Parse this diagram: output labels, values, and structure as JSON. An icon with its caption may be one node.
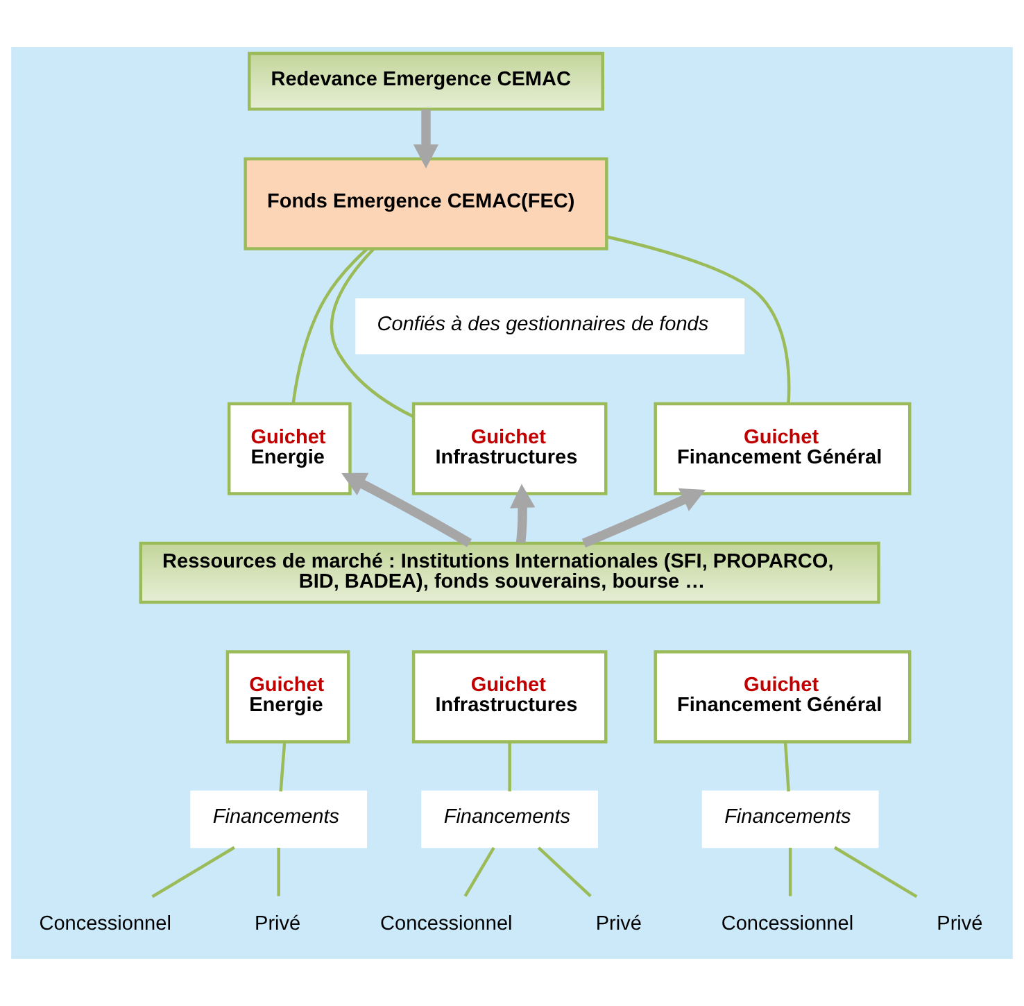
{
  "diagram": {
    "nodes": [
      {
        "text": [
          "Redevance Emergence CEMAC"
        ]
      },
      {
        "text": [
          "Fonds Emergence CEMAC(FEC)"
        ]
      },
      {
        "text": [
          "Guichet",
          "Energie"
        ]
      },
      {
        "text": [
          "Guichet",
          "Infrastructures"
        ]
      },
      {
        "text": [
          "Guichet",
          "Financement Général"
        ]
      },
      {
        "text": [
          "Ressources de marché : Institutions Internationales (SFI, PROPARCO, BID, BADEA), fonds souverains, bourse …"
        ]
      },
      {
        "text": [
          "Guichet",
          "Energie"
        ]
      },
      {
        "text": [
          "Guichet",
          "Infrastructures"
        ]
      },
      {
        "text": [
          "Guichet",
          "Financement Général"
        ]
      },
      {
        "text": [
          "Financements"
        ]
      },
      {
        "text": [
          "Financements"
        ]
      },
      {
        "text": [
          "Financements"
        ]
      },
      {
        "text": [
          "Concessionnel"
        ]
      },
      {
        "text": [
          "Privé"
        ]
      },
      {
        "text": [
          "Concessionnel"
        ]
      },
      {
        "text": [
          "Privé"
        ]
      },
      {
        "text": [
          "Concessionnel"
        ]
      },
      {
        "text": [
          "Privé"
        ]
      }
    ],
    "edges": [
      {
        "from": 0,
        "to": 1,
        "arrow": "to",
        "style": "thick",
        "color": "#a6a6a6"
      },
      {
        "from": 1,
        "to": 2,
        "arrow": "none"
      },
      {
        "from": 1,
        "to": 3,
        "arrow": "none"
      },
      {
        "from": 1,
        "to": 4,
        "arrow": "none"
      },
      {
        "from": 5,
        "to": 2,
        "arrow": "to",
        "style": "thick",
        "color": "#a6a6a6"
      },
      {
        "from": 5,
        "to": 3,
        "arrow": "to",
        "style": "thick",
        "color": "#a6a6a6"
      },
      {
        "from": 5,
        "to": 4,
        "arrow": "to",
        "style": "thick",
        "color": "#a6a6a6"
      },
      {
        "from": 6,
        "to": 9,
        "arrow": "none"
      },
      {
        "from": 7,
        "to": 10,
        "arrow": "none"
      },
      {
        "from": 8,
        "to": 11,
        "arrow": "none"
      },
      {
        "from": 9,
        "to": 12,
        "arrow": "none"
      },
      {
        "from": 9,
        "to": 13,
        "arrow": "none"
      },
      {
        "from": 10,
        "to": 14,
        "arrow": "none"
      },
      {
        "from": 10,
        "to": 15,
        "arrow": "none"
      },
      {
        "from": 11,
        "to": 16,
        "arrow": "none"
      },
      {
        "from": 11,
        "to": 17,
        "arrow": "none"
      }
    ],
    "labels": [
      "Confiés à des gestionnaires de fonds"
    ]
  }
}
